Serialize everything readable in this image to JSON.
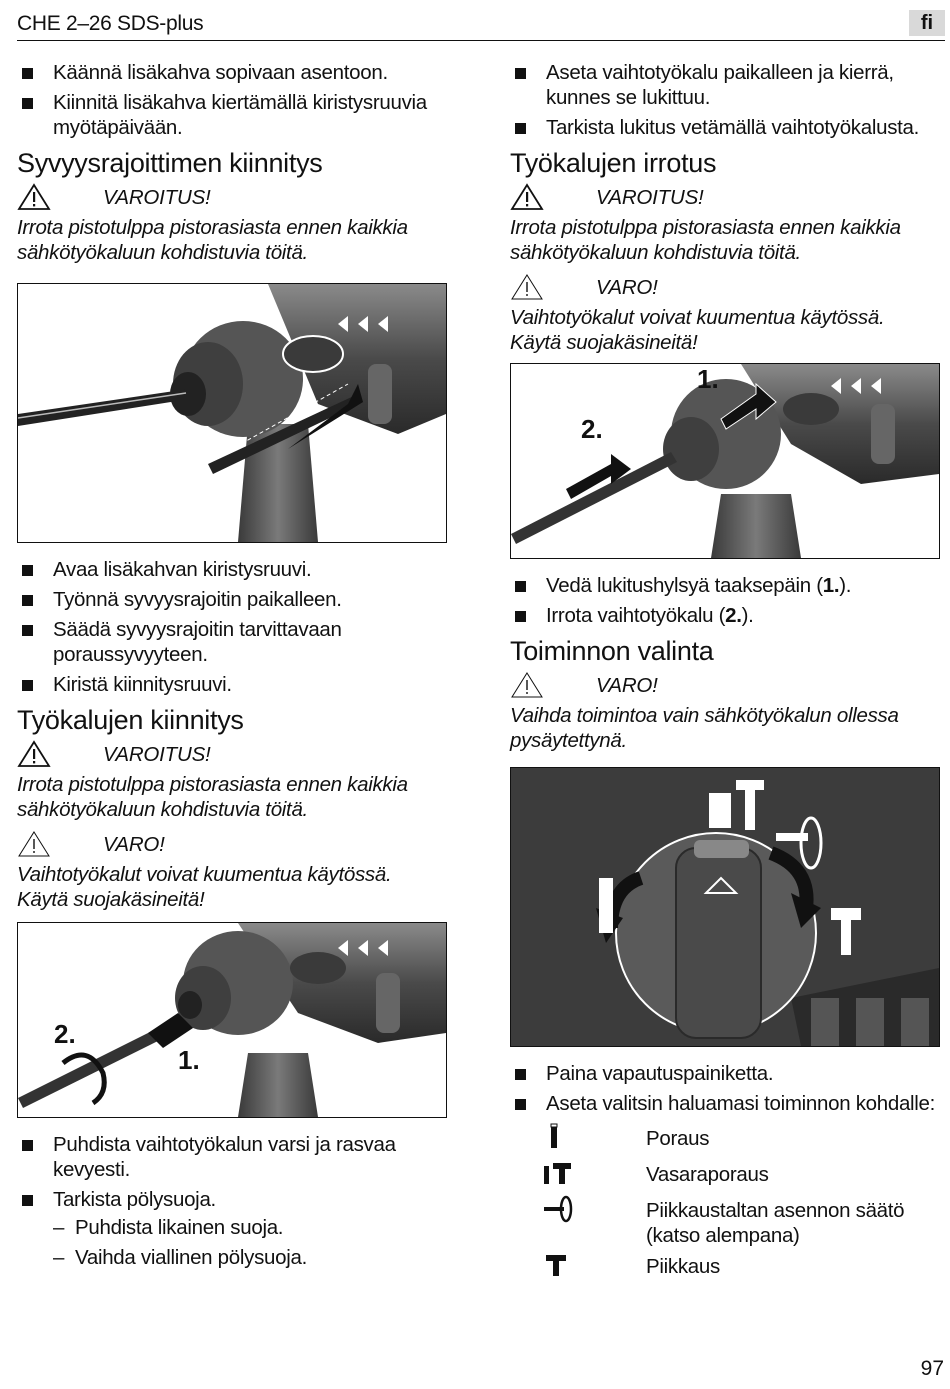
{
  "header": {
    "title": "CHE 2–26 SDS-plus",
    "lang": "fi"
  },
  "left": {
    "intro_bullets": [
      "Käännä lisäkahva sopivaan asentoon.",
      "Kiinnitä lisäkahva kiertämällä kiristysruuvia myötäpäivään."
    ],
    "depth": {
      "heading": "Syvyysrajoittimen kiinnitys",
      "warning_label": "VAROITUS!",
      "warning_text": "Irrota pistotulppa pistorasiasta ennen kaikkia sähkötyökaluun kohdistuvia töitä.",
      "bullets": [
        "Avaa lisäkahvan kiristysruuvi.",
        "Työnnä syvyysrajoitin paikalleen.",
        "Säädä syvyysrajoitin tarvittavaan poraussyvyyteen.",
        "Kiristä kiinnitysruuvi."
      ]
    },
    "mount": {
      "heading": "Työkalujen kiinnitys",
      "warning_label": "VAROITUS!",
      "warning_text": "Irrota pistotulppa pistorasiasta ennen kaikkia sähkötyökaluun kohdistuvia töitä.",
      "caution_label": "VARO!",
      "caution_text": "Vaihtotyökalut voivat kuumentua käytössä. Käytä suojakäsineitä!",
      "fig_label_1": "1.",
      "fig_label_2": "2.",
      "bullets": [
        "Puhdista vaihtotyökalun varsi ja rasvaa kevyesti.",
        "Tarkista pölysuoja."
      ],
      "sub_bullets": [
        "Puhdista likainen suoja.",
        "Vaihda viallinen pölysuoja."
      ]
    }
  },
  "right": {
    "intro_bullets": [
      "Aseta vaihtotyökalu paikalleen ja kierrä, kunnes se lukittuu.",
      "Tarkista lukitus vetämällä vaihtotyökalusta."
    ],
    "remove": {
      "heading": "Työkalujen irrotus",
      "warning_label": "VAROITUS!",
      "warning_text": "Irrota pistotulppa pistorasiasta ennen kaikkia sähkötyökaluun kohdistuvia töitä.",
      "caution_label": "VARO!",
      "caution_text": "Vaihtotyökalut voivat kuumentua käytössä. Käytä suojakäsineitä!",
      "fig_label_1": "1.",
      "fig_label_2": "2.",
      "bullet1_pre": "Vedä lukitushylsyä taaksepäin (",
      "bullet1_num": "1.",
      "bullet1_post": ").",
      "bullet2_pre": "Irrota vaihtotyökalu (",
      "bullet2_num": "2.",
      "bullet2_post": ")."
    },
    "mode": {
      "heading": "Toiminnon valinta",
      "caution_label": "VARO!",
      "caution_text": "Vaihda toimintoa vain sähkötyökalun ollessa pysäytettynä.",
      "bullets": [
        "Paina vapautuspainiketta.",
        "Aseta valitsin haluamasi toiminnon kohdalle:"
      ],
      "modes": [
        {
          "icon": "drill-icon",
          "label": "Poraus"
        },
        {
          "icon": "hammer-drill-icon",
          "label": "Vasaraporaus"
        },
        {
          "icon": "chisel-adjust-icon",
          "label": "Piikkaustaltan asennon säätö (katso alempana)"
        },
        {
          "icon": "hammer-icon",
          "label": "Piikkaus"
        }
      ]
    }
  },
  "page_number": "97"
}
